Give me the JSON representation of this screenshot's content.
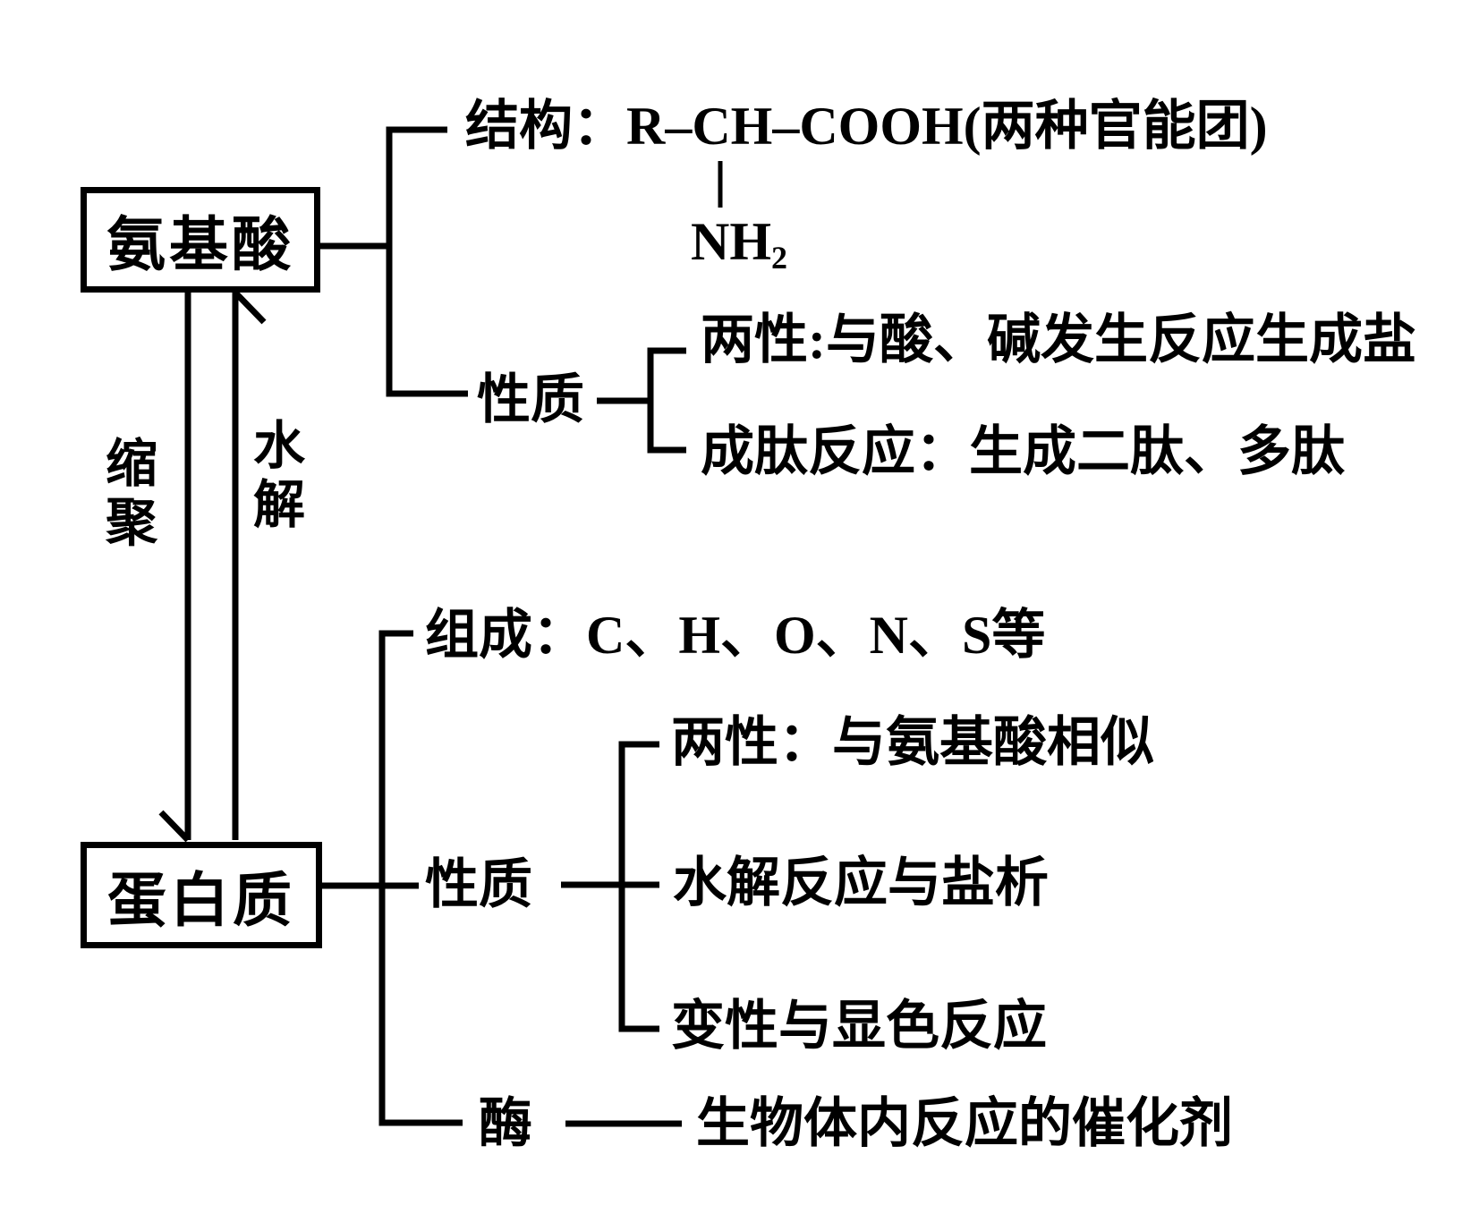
{
  "diagram": {
    "ink_color": "#000000",
    "background_color": "#ffffff",
    "amino_box_label": "氨基酸",
    "protein_box_label": "蛋白质",
    "condensation_label": "缩聚",
    "hydrolysis_label": "水解",
    "amino": {
      "structure_row": "结构：R–CH–COOH(两种官能团)",
      "nh": "NH",
      "nh_subscript": "2",
      "properties_label": "性质",
      "amphoteric_row": "两性:与酸、碱发生反应生成盐",
      "peptide_row": "成肽反应：生成二肽、多肽"
    },
    "protein": {
      "composition_row": "组成：C、H、O、N、S等",
      "properties_label": "性质",
      "amphoteric_row": "两性：与氨基酸相似",
      "hydrolysis_row": "水解反应与盐析",
      "denaturation_row": "变性与显色反应",
      "enzyme_label": "酶",
      "enzyme_description": "生物体内反应的催化剂"
    }
  }
}
